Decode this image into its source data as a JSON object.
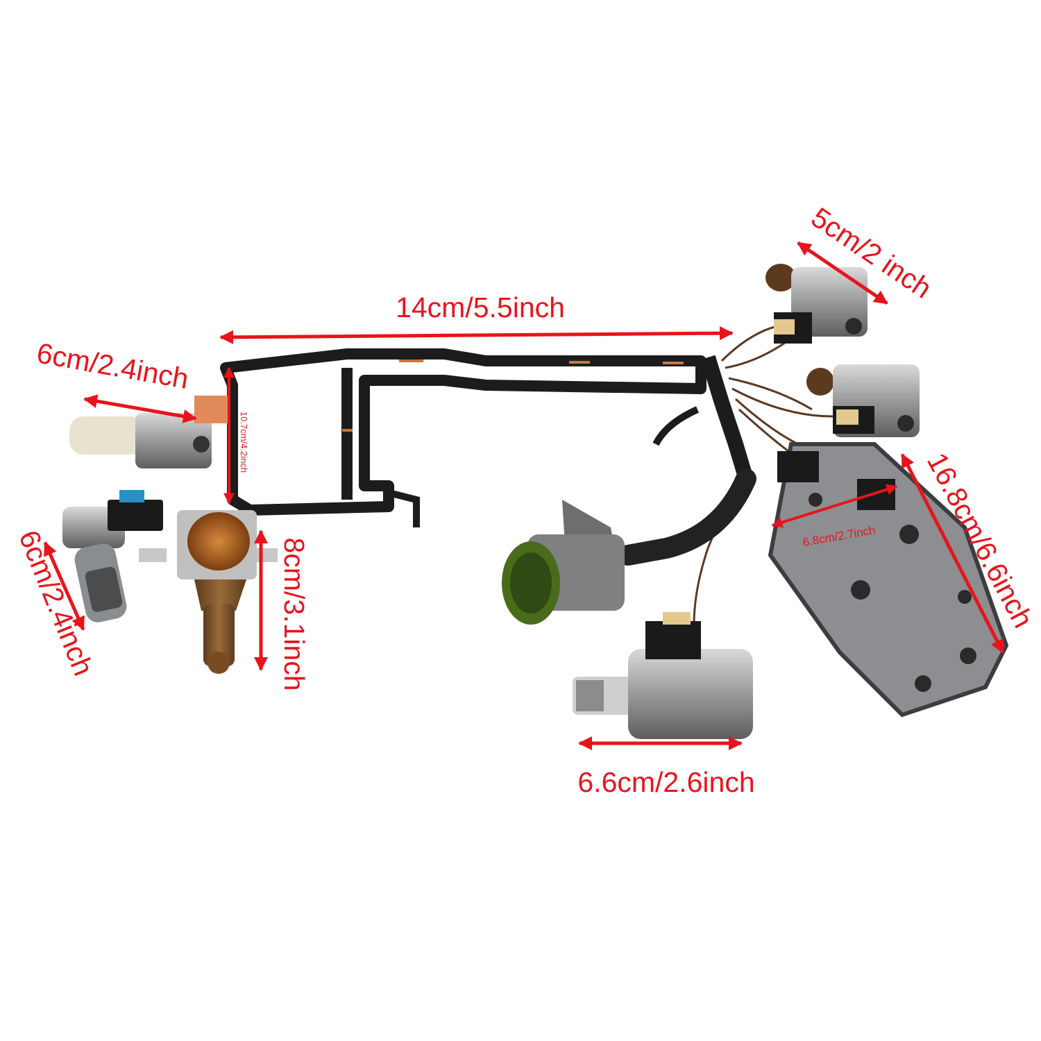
{
  "accent_color": "#e8141b",
  "dimensions": {
    "harness_width": "14cm/5.5inch",
    "solenoid_top_right": "5cm/2 inch",
    "solenoid_left_upper": "6cm/2.4inch",
    "harness_height": "10.7cm/4.2inch",
    "solenoid_left_lower": "6cm/2.4inch",
    "tcc_solenoid_height": "8cm/3.1inch",
    "pressure_plate_width": "6.8cm/2.7inch",
    "pressure_plate_length": "16.8cm/6.6inch",
    "epc_solenoid_width": "6.6cm/2.6inch"
  }
}
